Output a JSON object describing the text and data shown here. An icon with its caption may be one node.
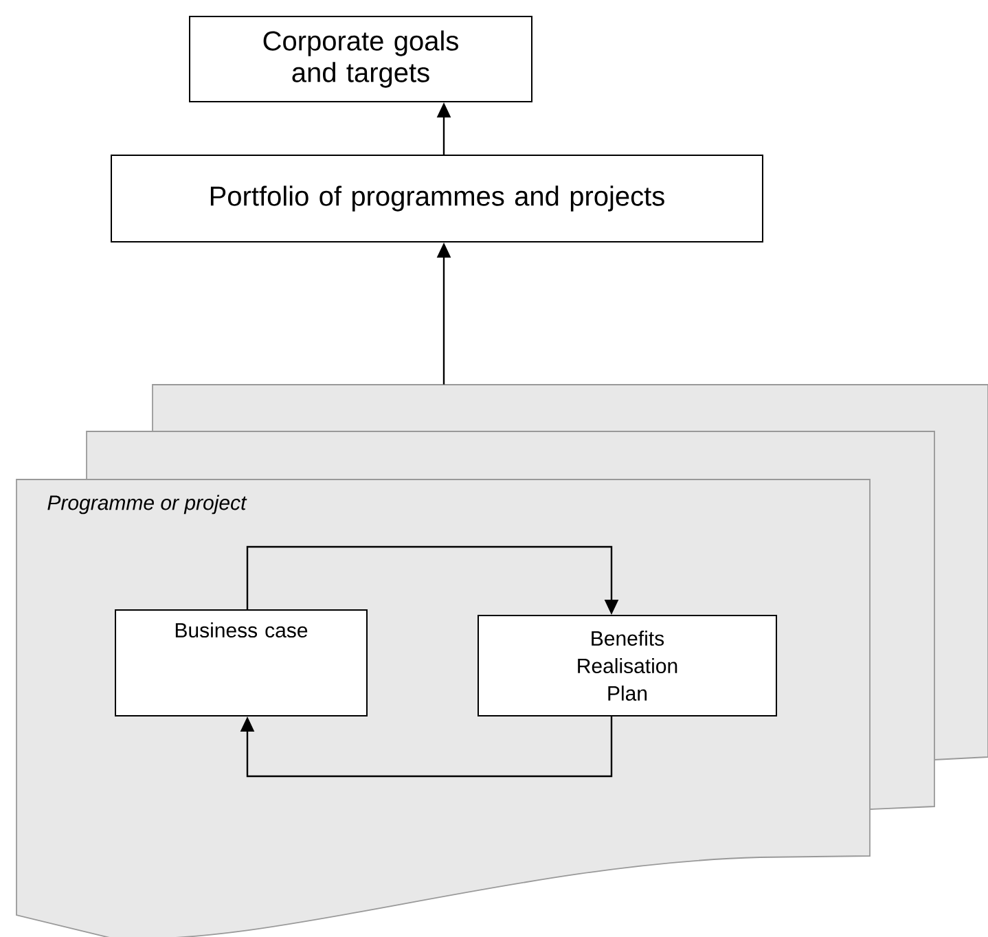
{
  "diagram": {
    "nodes": [
      {
        "text": [
          "Corporate goals and targets"
        ]
      },
      {
        "text": [
          "Portfolio of programmes and projects"
        ]
      },
      {
        "text": [],
        "shape": "document"
      },
      {
        "text": [],
        "shape": "document"
      },
      {
        "text": [
          "Programme or project"
        ]
      },
      {
        "text": [
          "Business case"
        ],
        "in": 4
      },
      {
        "text": [
          "Benefits Realisation Plan"
        ],
        "in": 4
      }
    ],
    "edges": [
      {
        "from": 1,
        "to": 0,
        "arrow": "to"
      },
      {
        "from": 2,
        "to": 1,
        "arrow": "to"
      },
      {
        "from": 5,
        "to": 6,
        "arrow": "to"
      },
      {
        "from": 6,
        "to": 5,
        "arrow": "to"
      }
    ]
  }
}
